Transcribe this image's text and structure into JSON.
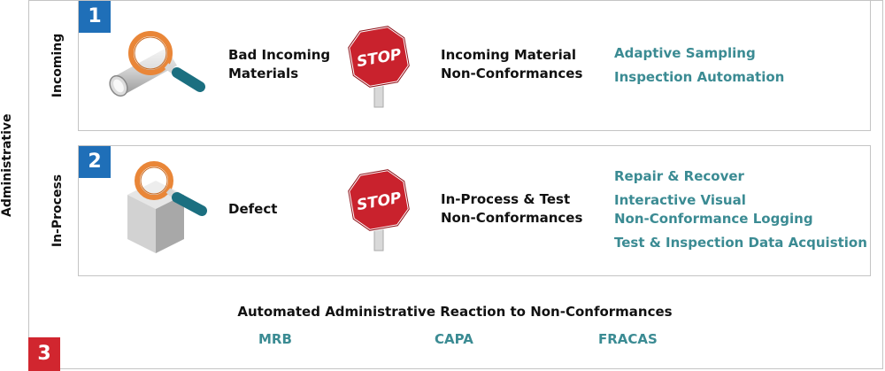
{
  "colors": {
    "accent_blue": "#1f6fb8",
    "accent_red": "#d1262f",
    "teal_text": "#3b8b93",
    "stop_red": "#c9222d",
    "magnifier_orange": "#e98638",
    "handle_teal": "#1b6f80"
  },
  "side_label": "Administrative",
  "incoming": {
    "number": "1",
    "row_label": "Incoming",
    "icon": "magnifier-pipe-icon",
    "issue": [
      "Bad Incoming",
      "Materials"
    ],
    "stop_text": "STOP",
    "result": [
      "Incoming Material",
      "Non-Conformances"
    ],
    "solutions": [
      "Adaptive Sampling",
      "Inspection Automation"
    ]
  },
  "in_process": {
    "number": "2",
    "row_label": "In-Process",
    "icon": "magnifier-cube-icon",
    "issue": "Defect",
    "stop_text": "STOP",
    "result": [
      "In-Process & Test",
      "Non-Conformances"
    ],
    "solutions": [
      "Repair & Recover",
      "Interactive Visual",
      "Non-Conformance Logging",
      "Test & Inspection Data Acquistion"
    ]
  },
  "administrative": {
    "number": "3",
    "title": "Automated Administrative Reaction to Non-Conformances",
    "items": [
      "MRB",
      "CAPA",
      "FRACAS"
    ]
  }
}
